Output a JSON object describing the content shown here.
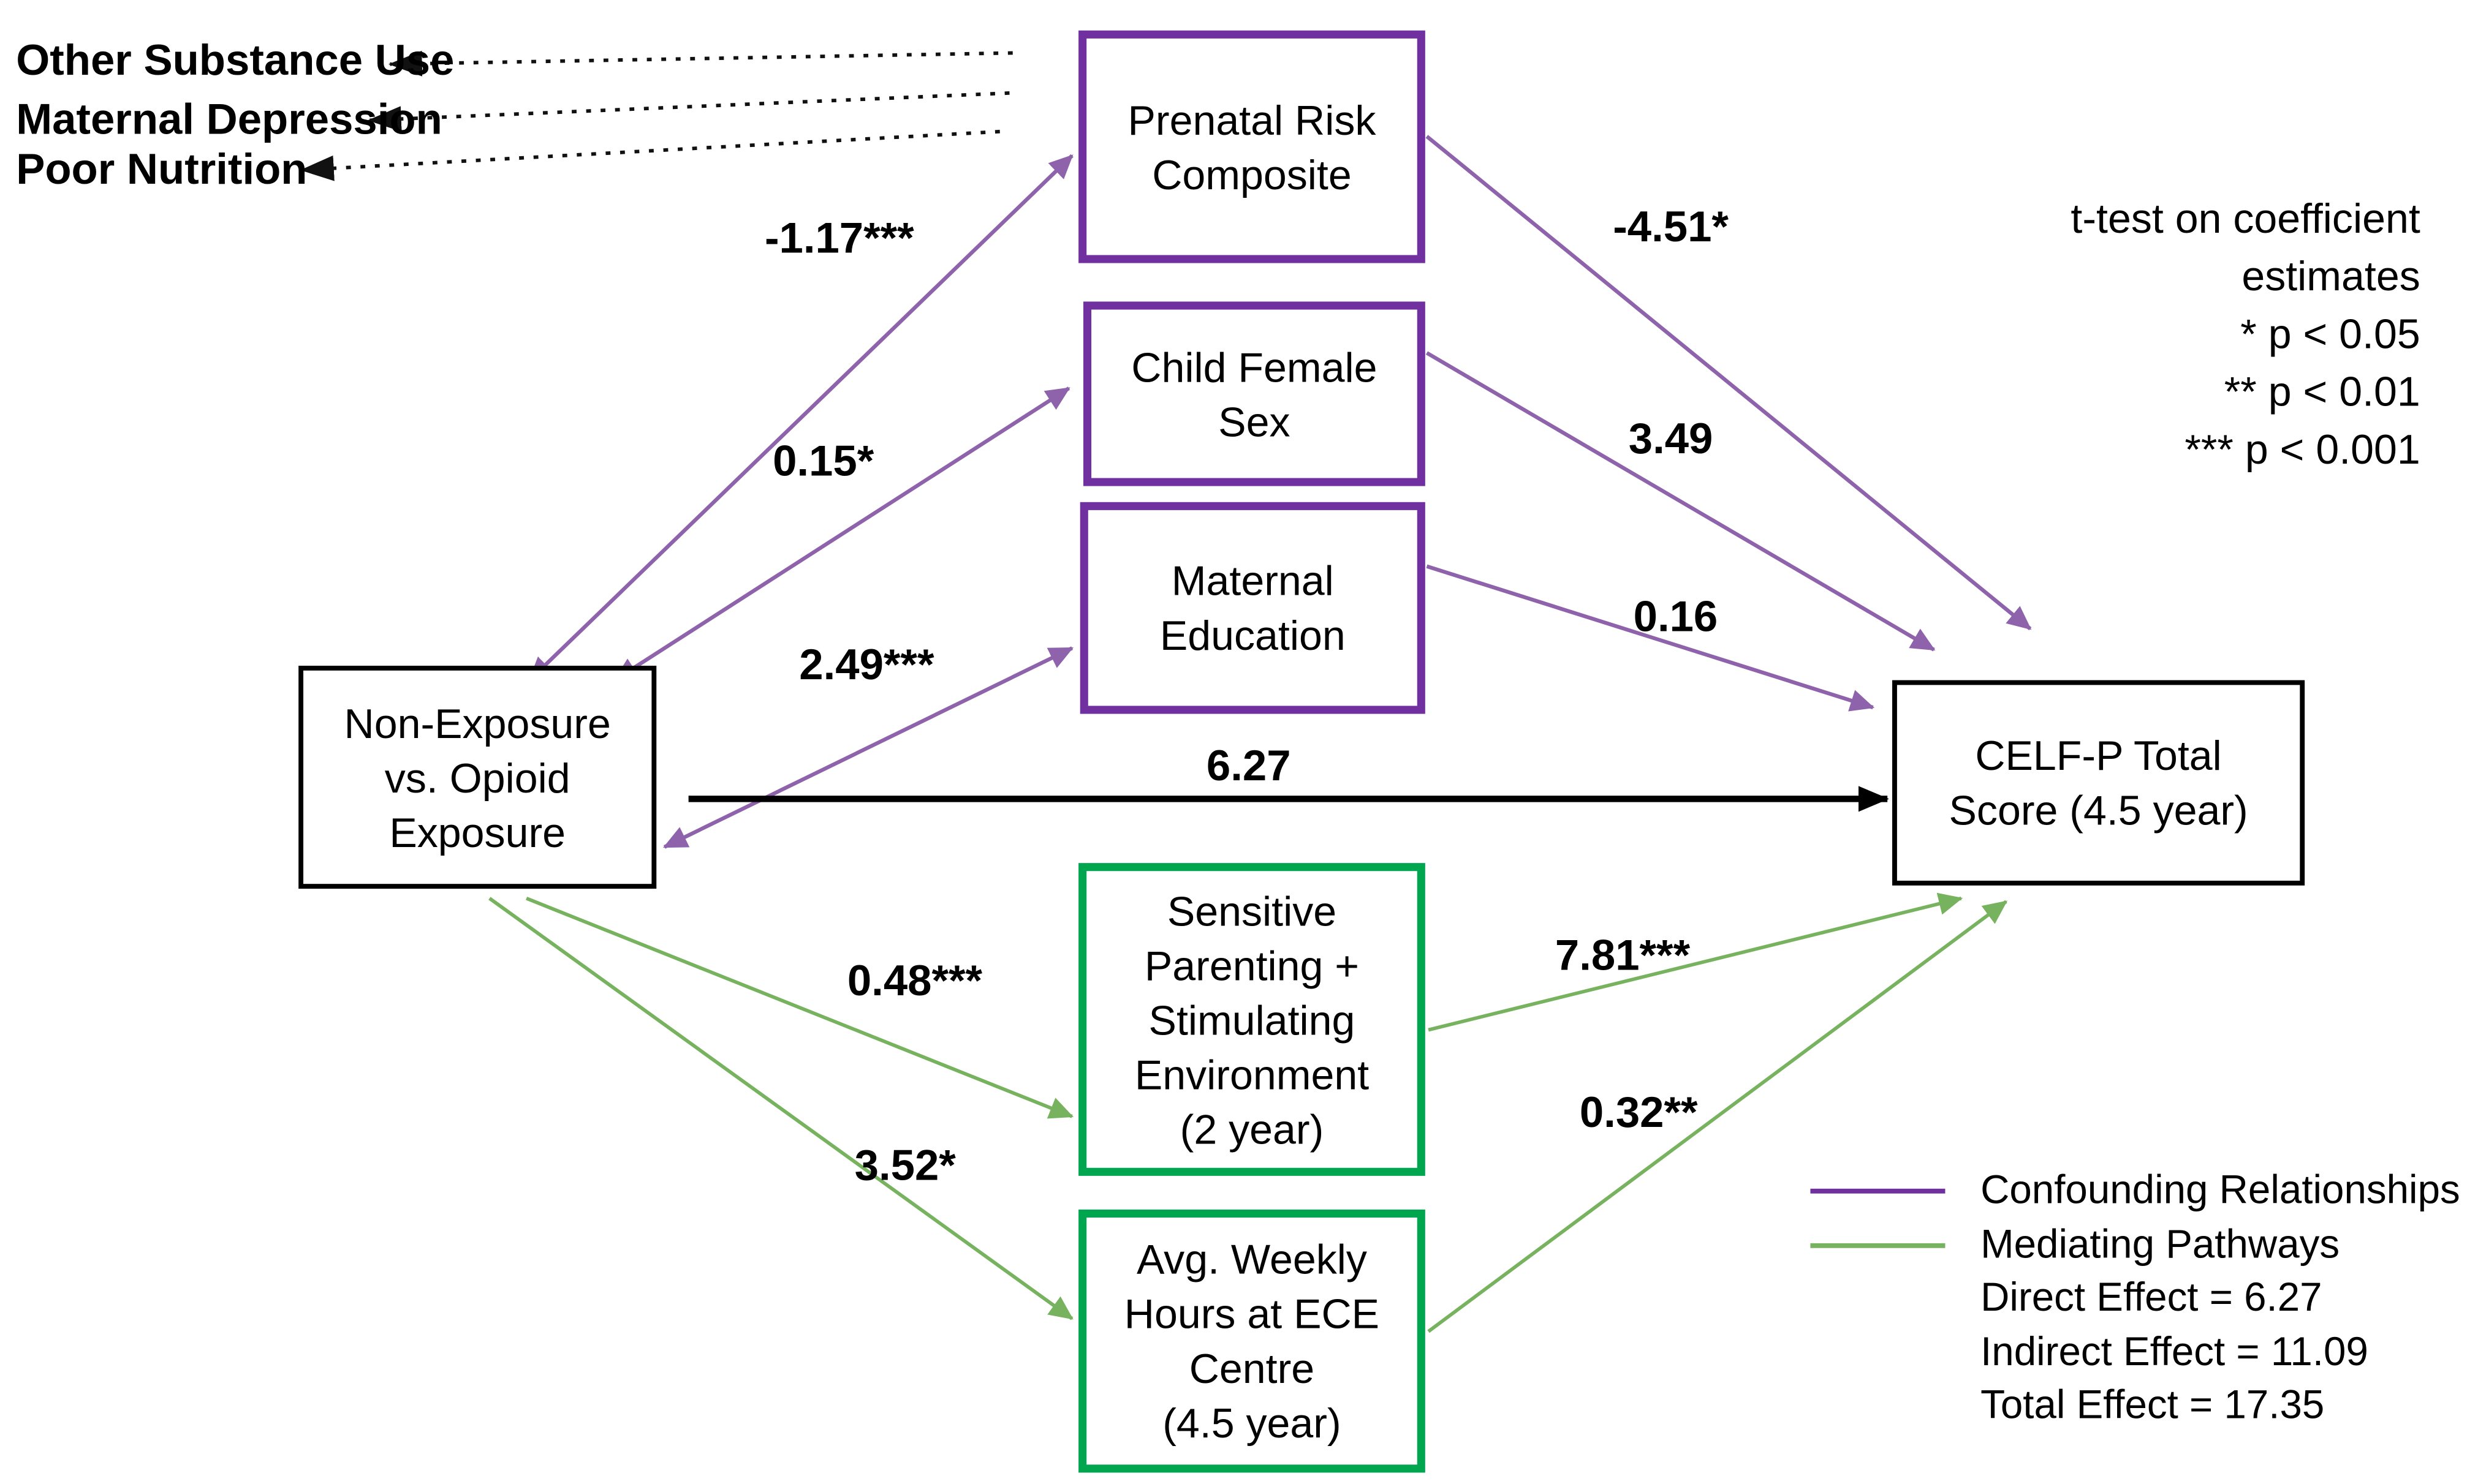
{
  "diagram": {
    "boxes": {
      "prenatal": "Prenatal Risk\nComposite",
      "child_sex": "Child Female\nSex",
      "maternal_education": "Maternal\nEducation",
      "exposure": "Non-Exposure\nvs. Opioid\nExposure",
      "outcome": "CELF-P Total\nScore (4.5 year)",
      "parenting": "Sensitive\nParenting +\nStimulating\nEnvironment\n(2 year)",
      "ece_hours": "Avg. Weekly\nHours at ECE\nCentre\n(4.5 year)"
    },
    "external_factors": {
      "substance": "Other Substance Use",
      "depression": "Maternal Depression",
      "nutrition": "Poor Nutrition"
    },
    "coefficients": {
      "exposure_prenatal": "-1.17***",
      "exposure_child_sex": "0.15*",
      "exposure_maternal_education": "2.49***",
      "direct_effect": "6.27",
      "exposure_parenting": "0.48***",
      "exposure_ece_hours": "3.52*",
      "prenatal_outcome": "-4.51*",
      "child_sex_outcome": "3.49",
      "maternal_education_outcome": "0.16",
      "parenting_outcome": "7.81***",
      "ece_hours_outcome": "0.32**"
    },
    "significance_legend": "t-test on coefficient\nestimates\n* p < 0.05\n** p < 0.01\n*** p < 0.001",
    "legend": {
      "confounding": "Confounding Relationships",
      "mediating": "Mediating Pathways",
      "direct": "Direct Effect = 6.27",
      "indirect": "Indirect Effect = 11.09",
      "total": "Total Effect = 17.35"
    },
    "colors": {
      "confounder_border": "#7030A0",
      "confounder_arrow": "#8E63AC",
      "mediator_border": "#00A550",
      "mediator_arrow": "#77B25E",
      "direct_arrow": "#000000"
    }
  }
}
